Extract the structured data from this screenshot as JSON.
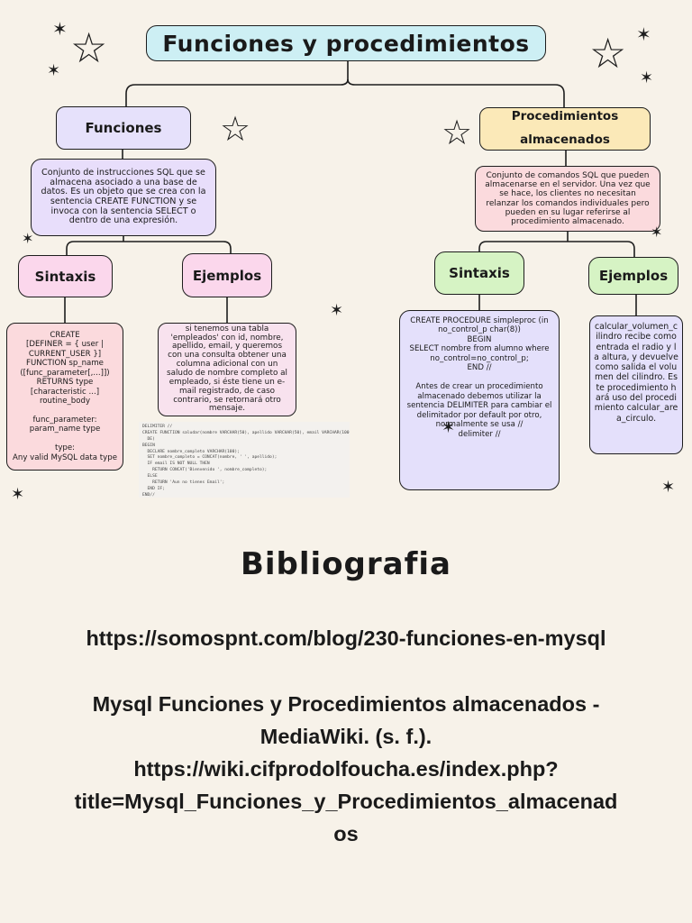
{
  "title": "Funciones y procedimientos",
  "funciones": {
    "heading": "Funciones",
    "description": "Conjunto de instrucciones SQL que se almacena asociado a una base de datos. Es un objeto que se crea con la sentencia CREATE FUNCTION y se invoca con la sentencia SELECT o dentro de una expresión.",
    "sintaxis_label": "Sintaxis",
    "ejemplos_label": "Ejemplos",
    "sintaxis_text": "CREATE\n[DEFINER = { user | CURRENT_USER }]\nFUNCTION sp_name\n([func_parameter[,...]])\nRETURNS type\n[characteristic ...] routine_body\n\nfunc_parameter:\nparam_name type\n\ntype:\nAny valid MySQL data type",
    "ejemplos_text": "si tenemos una tabla 'empleados' con id, nombre, apellido, email, y queremos con una consulta obtener una columna adicional con un saludo de nombre completo al empleado, si éste tiene un e-mail registrado, de caso contrario, se retornará otro mensaje.",
    "code_snippet": "DELIMITER //\nCREATE FUNCTION saludar(nombre VARCHAR(50), apellido VARCHAR(50), email VARCHAR(100)) RETURNS VARCHAR(\n  DE)\nBEGIN\n  DECLARE nombre_completo VARCHAR(100);\n  SET nombre_completo = CONCAT(nombre, ' ', apellido);\n  IF email IS NOT NULL THEN\n    RETURN CONCAT('Bienvenido ', nombre_completo);\n  ELSE\n    RETURN 'Aun no tienes Email';\n  END IF;\nEND//"
  },
  "procedimientos": {
    "heading": "Procedimientos almacenados",
    "description": "Conjunto de comandos SQL que pueden almacenarse en el servidor. Una vez que se hace, los clientes no necesitan relanzar los comandos individuales pero pueden en su lugar referirse al procedimiento almacenado.",
    "sintaxis_label": "Sintaxis",
    "ejemplos_label": "Ejemplos",
    "sintaxis_text": "CREATE PROCEDURE simpleproc (in no_control_p char(8))\nBEGIN\nSELECT nombre from alumno where no_control=no_control_p;\nEND //\n\nAntes de crear un procedimiento almacenado debemos utilizar la sentencia DELIMITER para cambiar el delimitador por default por otro, normalmente se usa //\ndelimiter //",
    "ejemplos_text": "calcular_volumen_cilindro recibe como entrada el radio y la altura, y devuelve como salida el volumen del cilindro. Este procedimiento hará uso del procedimiento calcular_area_circulo."
  },
  "bibliografia": {
    "heading": "Bibliografia",
    "ref1": "https://somospnt.com/blog/230-funciones-en-mysql",
    "ref2_line1": "Mysql Funciones y Procedimientos almacenados -",
    "ref2_line2": "MediaWiki. (s. f.).",
    "ref2_line3": "https://wiki.cifprodolfoucha.es/index.php?",
    "ref2_line4": "title=Mysql_Funciones_y_Procedimientos_almacenad",
    "ref2_line5": "os"
  },
  "colors": {
    "background": "#f7f2e9",
    "title_box": "#cdeff4",
    "funciones_heading": "#e6e1fb",
    "procedimientos_heading": "#fbe9b8",
    "lavender_box": "#e8defb",
    "pink_box": "#f8e2ee",
    "pink_label": "#fbd7ec",
    "salmon_box": "#fbdadd",
    "green_label": "#d6f3c4",
    "periwinkle_box": "#e4e0fb",
    "border": "#1d1d1d"
  }
}
